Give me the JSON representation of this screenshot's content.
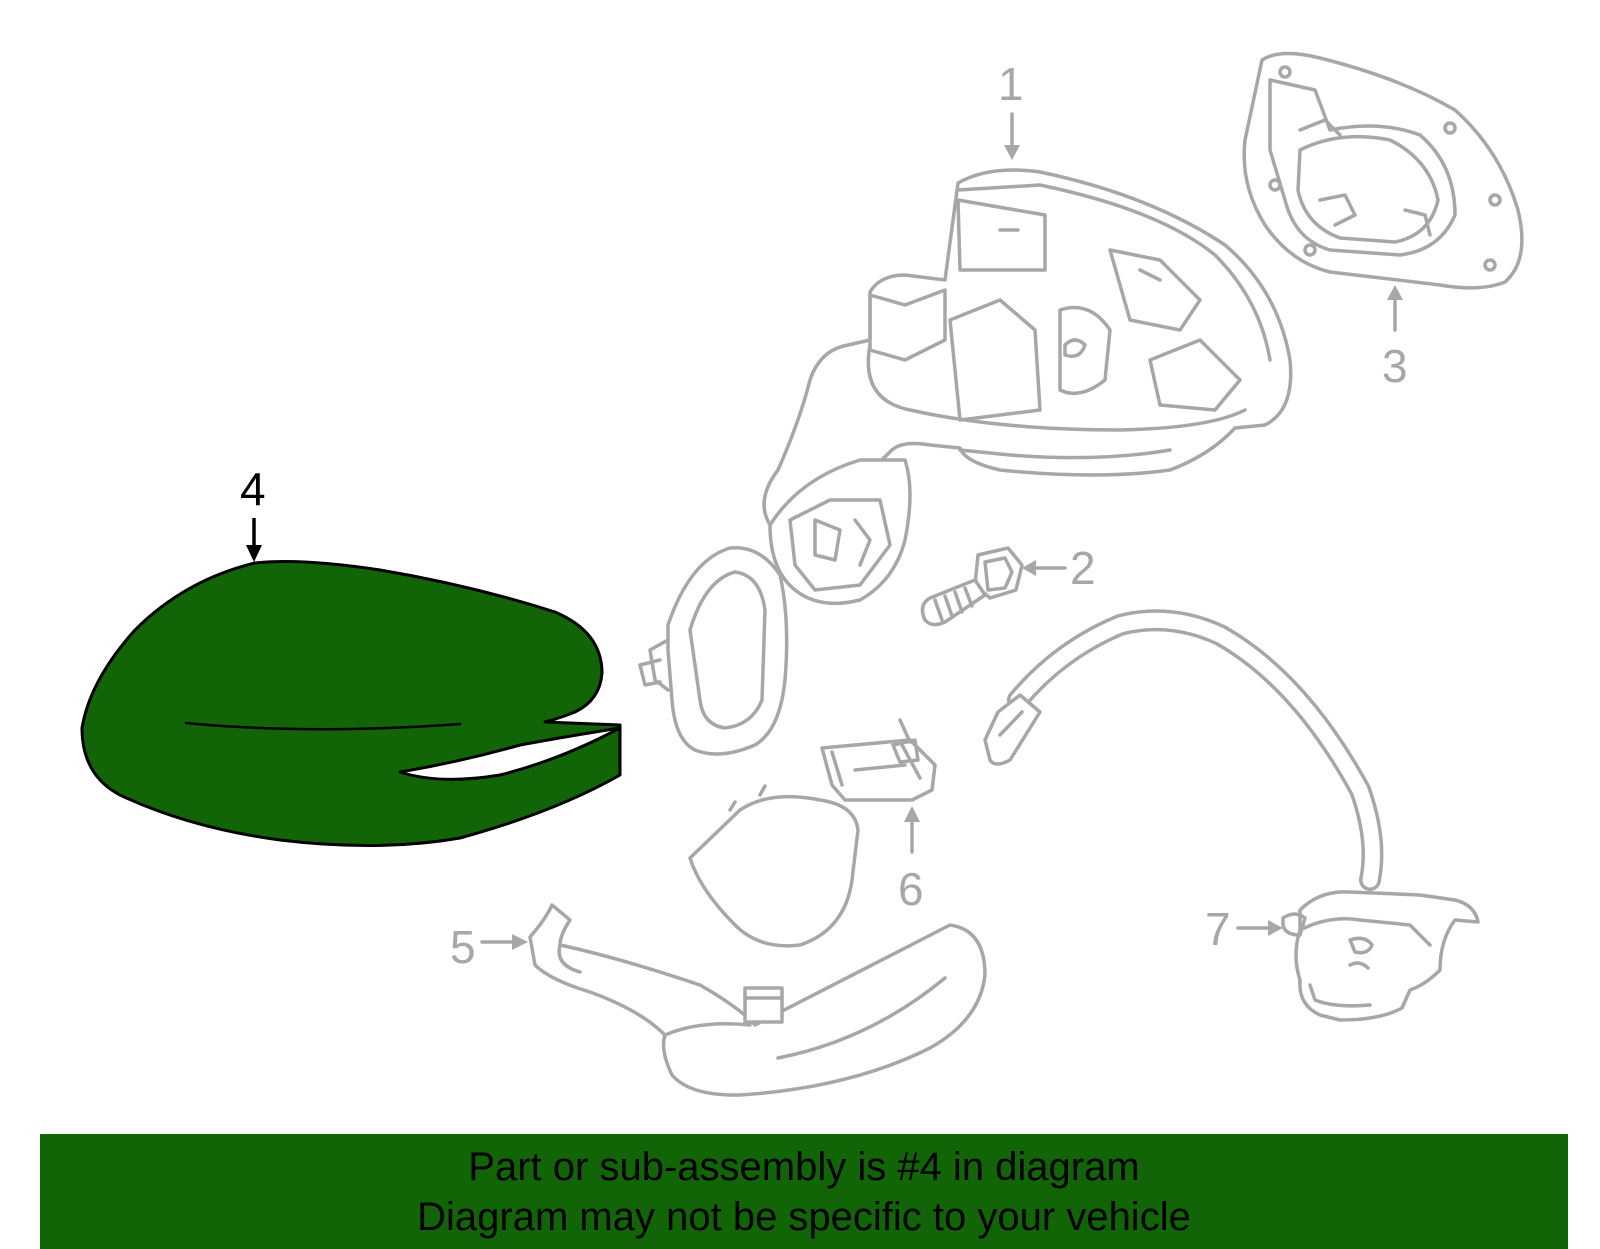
{
  "highlight_color": "#126506",
  "callout_color_active": "#000000",
  "callout_color_inactive": "#a7a7a7",
  "highlighted_part": "4",
  "callouts": {
    "c1": "1",
    "c2": "2",
    "c3": "3",
    "c4": "4",
    "c5": "5",
    "c6": "6",
    "c7": "7"
  },
  "banner": {
    "line1": "Part or sub-assembly is #4 in diagram",
    "line2": "Diagram may not be specific to your vehicle"
  }
}
